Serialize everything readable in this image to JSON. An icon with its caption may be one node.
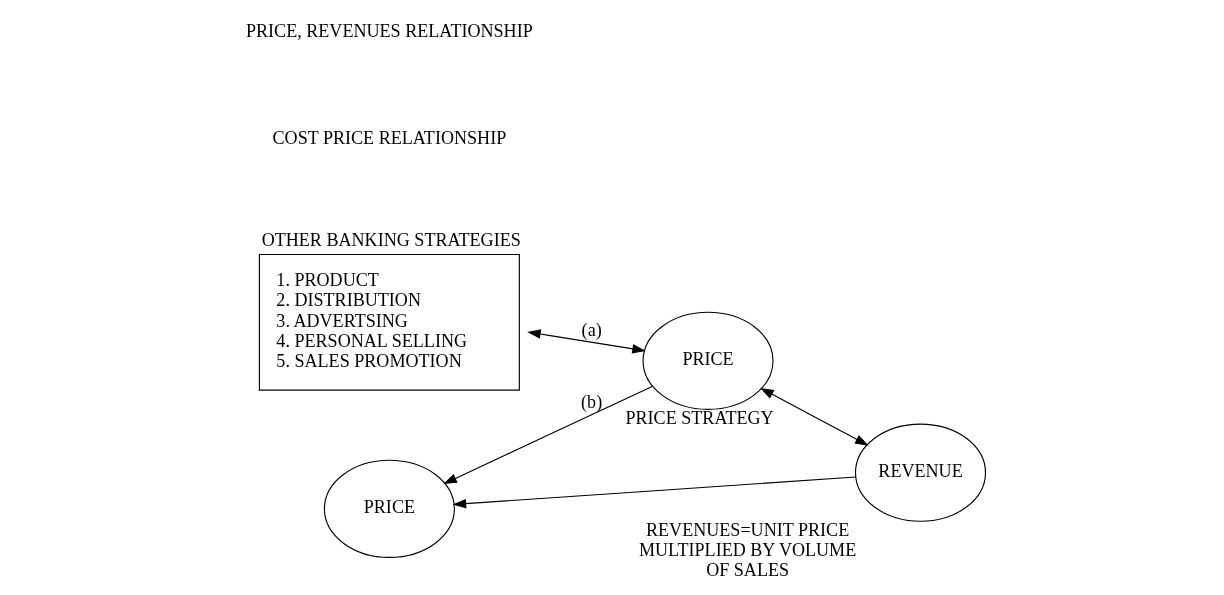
{
  "diagram": {
    "nodes": [
      {
        "text": [
          "OTHER BANKING STRATEGIES",
          "1. PRODUCT",
          "2. DISTRIBUTION",
          "3. ADVERTSING",
          "4. PERSONAL SELLING",
          "5. SALES PROMOTION"
        ]
      },
      {
        "text": [
          "PRICE"
        ],
        "beside": [
          "PRICE STRATEGY"
        ]
      },
      {
        "text": [
          "REVENUE"
        ],
        "beside": [
          "REVENUES=UNIT PRICE MULTIPLIED BY VOLUME OF SALES"
        ]
      },
      {
        "text": [
          "PRICE"
        ]
      }
    ],
    "edges": [
      {
        "from": 0,
        "to": 1,
        "arrow": "both",
        "label": "(a)"
      },
      {
        "from": 1,
        "to": 2,
        "arrow": "both"
      },
      {
        "from": 1,
        "to": 3,
        "arrow": "to",
        "label": "(b)"
      },
      {
        "from": 2,
        "to": 3,
        "arrow": "to"
      }
    ],
    "labels": [
      "COST PRICE RELATIONSHIP",
      "PRICE, REVENUES RELATIONSHIP"
    ]
  }
}
